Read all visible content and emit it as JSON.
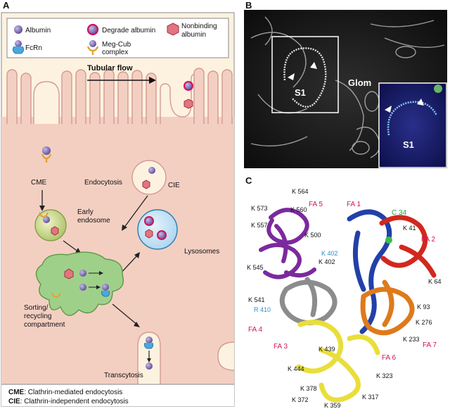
{
  "panels": {
    "a": "A",
    "b": "B",
    "c": "C"
  },
  "legend": {
    "albumin": "Albumin",
    "degrade": "Degrade albumin",
    "nonbinding_1": "Nonbinding",
    "nonbinding_2": "albumin",
    "fcrn": "FcRn",
    "megcub_1": "Meg-Cub",
    "megcub_2": "complex"
  },
  "diagram": {
    "tubular_flow": "Tubular flow",
    "cme": "CME",
    "endocytosis": "Endocytosis",
    "cie": "CIE",
    "early_1": "Early",
    "early_2": "endosome",
    "lysosomes": "Lysosomes",
    "sorting_1": "Sorting/",
    "sorting_2": "recycling",
    "sorting_3": "compartment",
    "transcytosis": "Transcytosis",
    "footnote_cme_abbr": "CME",
    "footnote_cme_text": ": Clathrin-mediated endocytosis",
    "footnote_cie_abbr": "CIE",
    "footnote_cie_text": ": Clathrin-independent endocytosis"
  },
  "micrograph": {
    "glom": "Glom",
    "s1": "S1",
    "s1_inset": "S1"
  },
  "structure": {
    "domains": {
      "fa1": "FA 1",
      "fa2": "FA 2",
      "fa3": "FA 3",
      "fa4": "FA 4",
      "fa5": "FA 5",
      "fa6": "FA 6",
      "fa7": "FA 7"
    },
    "c34": "C 34",
    "residues": {
      "k564": "K 564",
      "k573": "K 573",
      "k560": "K 560",
      "k557": "K 557",
      "k500": "K 500",
      "k402_blue": "K 402",
      "k402": "K 402",
      "k545": "K 545",
      "k541": "K 541",
      "r410": "R 410",
      "k439": "K 439",
      "k444": "K 444",
      "k378": "K 378",
      "k372": "K 372",
      "k359": "K 359",
      "k317": "K 317",
      "k323": "K 323",
      "k41": "K 41",
      "k64": "K 64",
      "k93": "K 93",
      "k276": "K 276",
      "k233": "K 233"
    }
  }
}
